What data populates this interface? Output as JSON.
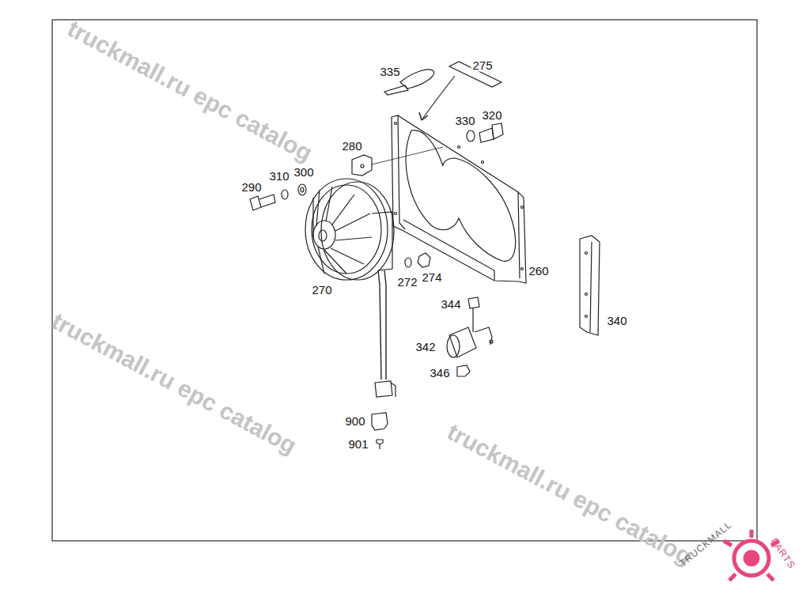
{
  "diagram": {
    "labels": [
      "335",
      "275",
      "330",
      "320",
      "280",
      "290",
      "310",
      "300",
      "270",
      "272",
      "274",
      "260",
      "344",
      "340",
      "342",
      "346",
      "900",
      "901",
      "truckmall.ru epc catalog",
      "truckmall.ru epc catalog",
      "truckmall.ru epc catalog",
      "TRUCKMALL",
      "PARTS"
    ]
  }
}
